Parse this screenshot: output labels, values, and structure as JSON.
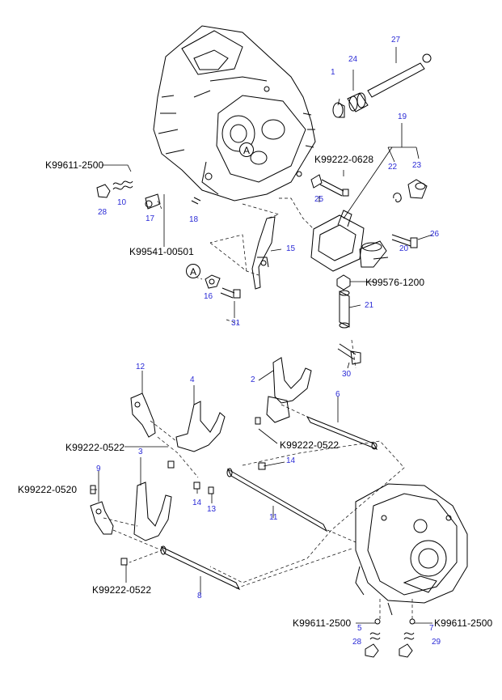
{
  "labels": {
    "n1": "1",
    "n2": "2",
    "n3": "3",
    "n4": "4",
    "n5": "5",
    "n6": "6",
    "n7": "7",
    "n8": "8",
    "n9": "9",
    "n10": "10",
    "n11": "11",
    "n12": "12",
    "n13": "13",
    "n14a": "14",
    "n14b": "14",
    "n15": "15",
    "n16": "16",
    "n17": "17",
    "n18": "18",
    "n19": "19",
    "n20": "20",
    "n21": "21",
    "n22": "22",
    "n23": "23",
    "n24": "24",
    "n25": "25",
    "n26": "26",
    "n27": "27",
    "n28a": "28",
    "n28b": "28",
    "n29": "29",
    "n30": "30",
    "n31": "31"
  },
  "codes": {
    "k_2500_top": "K99611-2500",
    "k_00501": "K99541-00501",
    "k_0628": "K99222-0628",
    "k_1200": "K99576-1200",
    "k_0522_a": "K99222-0522",
    "k_0522_b": "K99222-0522",
    "k_0520": "K99222-0520",
    "k_0522_c": "K99222-0522",
    "k_2500_bl": "K99611-2500",
    "k_2500_br": "K99611-2500"
  },
  "callouts": {
    "a1": "A",
    "a2": "A"
  },
  "colors": {
    "number": "#2b2bd6",
    "line": "#000000",
    "background": "#ffffff"
  }
}
